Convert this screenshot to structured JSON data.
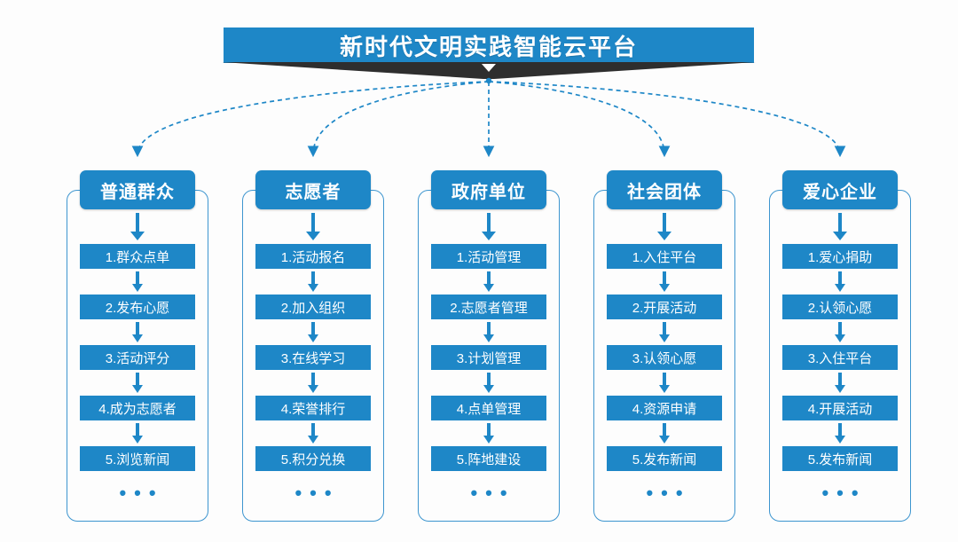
{
  "banner": {
    "title": "新时代文明实践智能云平台"
  },
  "more_indicator": "•••",
  "colors": {
    "primary": "#1E87C7",
    "outline": "#3D95CF",
    "ribbon": "#2E2E2E",
    "background": "#FDFDFD",
    "text_on_primary": "#FFFFFF"
  },
  "columns": [
    {
      "title": "普通群众",
      "items": [
        "1.群众点单",
        "2.发布心愿",
        "3.活动评分",
        "4.成为志愿者",
        "5.浏览新闻"
      ]
    },
    {
      "title": "志愿者",
      "items": [
        "1.活动报名",
        "2.加入组织",
        "3.在线学习",
        "4.荣誉排行",
        "5.积分兑换"
      ]
    },
    {
      "title": "政府单位",
      "items": [
        "1.活动管理",
        "2.志愿者管理",
        "3.计划管理",
        "4.点单管理",
        "5.阵地建设"
      ]
    },
    {
      "title": "社会团体",
      "items": [
        "1.入住平台",
        "2.开展活动",
        "3.认领心愿",
        "4.资源申请",
        "5.发布新闻"
      ]
    },
    {
      "title": "爱心企业",
      "items": [
        "1.爱心捐助",
        "2.认领心愿",
        "3.入住平台",
        "4.开展活动",
        "5.发布新闻"
      ]
    }
  ]
}
